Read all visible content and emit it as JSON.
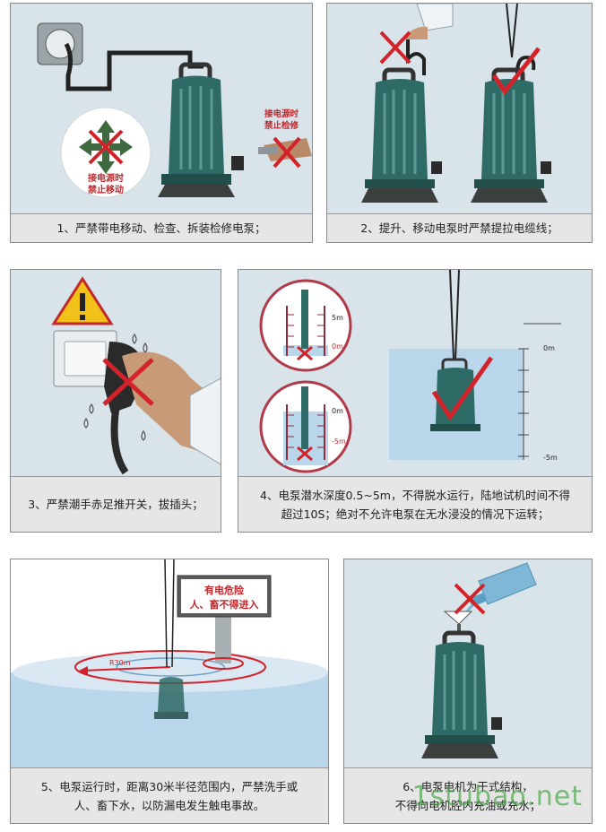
{
  "panels": [
    {
      "caption": [
        "1、严禁带电移动、检查、拆装检修电泵；"
      ],
      "labels": {
        "no_move_l1": "接电源时",
        "no_move_l2": "禁止移动",
        "no_repair_l1": "接电源时",
        "no_repair_l2": "禁止检修"
      }
    },
    {
      "caption": [
        "2、提升、移动电泵时严禁提拉电缆线；"
      ]
    },
    {
      "caption": [
        "3、严禁潮手赤足推开关，拔插头；"
      ]
    },
    {
      "caption": [
        "4、电泵潜水深度0.5~5m，不得脱水运行，陆地试机时间不得",
        "超过10S；绝对不允许电泵在无水浸没的情况下运转；"
      ],
      "labels": {
        "top_5m": "5m",
        "top_0m": "0m",
        "bot_0m": "0m",
        "bot_m5m": "-5m",
        "main_0m": "0m",
        "main_m5m": "-5m"
      }
    },
    {
      "caption": [
        "5、电泵运行时，距离30米半径范围内，严禁洗手或",
        "人、畜下水，以防漏电发生触电事故。"
      ],
      "labels": {
        "sign_l1": "有电危险",
        "sign_l2": "人、畜不得进入",
        "radius": "R30m"
      }
    },
    {
      "caption": [
        "6、电泵电机为干式结构，",
        "不得向电机腔内充油或充水；"
      ]
    }
  ],
  "watermark": "1stubao.net",
  "colors": {
    "pump": "#2f6b66",
    "red": "#d2232a",
    "water": "#b9d6ea",
    "caption_bg": "#e6e6e6"
  }
}
